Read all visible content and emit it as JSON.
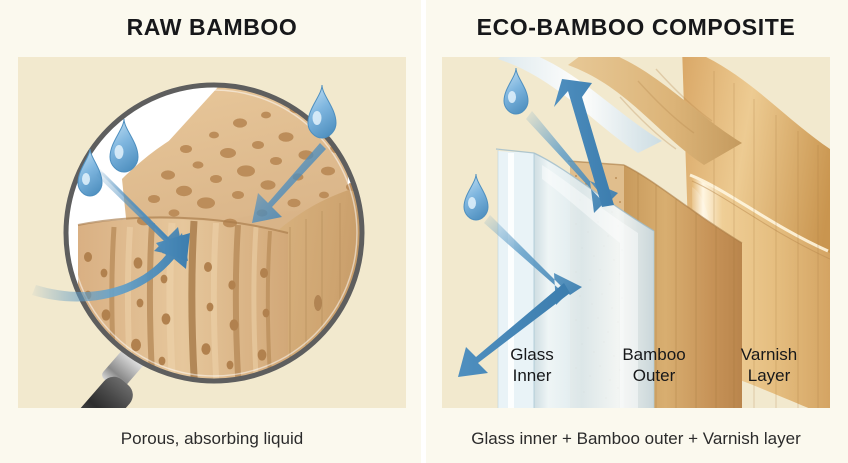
{
  "figure": {
    "background_color": "#FBF9EE",
    "panel_background_color": "#F2E9CE",
    "accent_blue": "#4F8FBF",
    "droplet_blue": "#79B2DC",
    "bamboo_tan": "#DDB98A",
    "varnish_gold": "#E0B877",
    "glass_pale": "#E4EEF2",
    "text_color": "#17181A"
  },
  "panels": [
    {
      "id": "raw-bamboo",
      "title": "RAW BAMBOO",
      "caption": "Porous, absorbing liquid",
      "illustration": "magnifier over porous bamboo block with water droplets and arrows absorbing into surface",
      "droplet_count": 3,
      "arrow_count": 3,
      "labels": []
    },
    {
      "id": "eco-bamboo-composite",
      "title": "ECO-BAMBOO COMPOSITE",
      "caption": "Glass inner + Bamboo outer + Varnish layer",
      "illustration": "layered cross-section of composite wall with droplets bouncing off",
      "droplet_count": 2,
      "arrow_count": 2,
      "labels": [
        {
          "line1": "Glass",
          "line2": "Inner"
        },
        {
          "line1": "Bamboo",
          "line2": "Outer"
        },
        {
          "line1": "Varnish",
          "line2": "Layer"
        }
      ]
    }
  ]
}
